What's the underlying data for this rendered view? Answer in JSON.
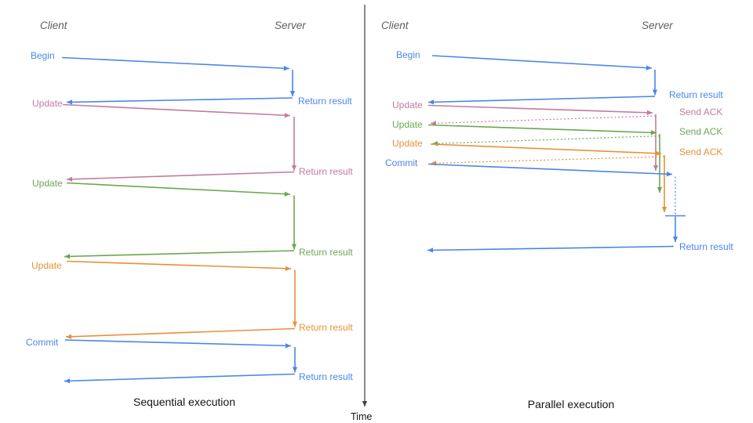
{
  "colors": {
    "blue": "#4a86e8",
    "pink": "#c27ba0",
    "green": "#6aa84f",
    "orange": "#e69138",
    "axis": "#3d3d3d",
    "header": "#5f5f5f",
    "title": "#141414"
  },
  "panels": {
    "left": {
      "client_header": "Client",
      "server_header": "Server",
      "caption": "Sequential execution",
      "messages": [
        {
          "request": "Begin",
          "response": "Return result",
          "color": "blue"
        },
        {
          "request": "Update",
          "response": "Return result",
          "color": "pink"
        },
        {
          "request": "Update",
          "response": "Return result",
          "color": "green"
        },
        {
          "request": "Update",
          "response": "Return result",
          "color": "orange"
        },
        {
          "request": "Commit",
          "response": "Return result",
          "color": "blue"
        }
      ]
    },
    "right": {
      "client_header": "Client",
      "server_header": "Server",
      "caption": "Parallel execution",
      "messages": [
        {
          "request": "Begin",
          "response": "Return result",
          "color": "blue"
        },
        {
          "request": "Update",
          "response": "Send ACK",
          "color": "pink"
        },
        {
          "request": "Update",
          "response": "Send ACK",
          "color": "green"
        },
        {
          "request": "Update",
          "response": "Send ACK",
          "color": "orange"
        },
        {
          "request": "Commit",
          "response": "Return result",
          "color": "blue"
        }
      ]
    }
  },
  "time_axis": {
    "label": "Time"
  }
}
